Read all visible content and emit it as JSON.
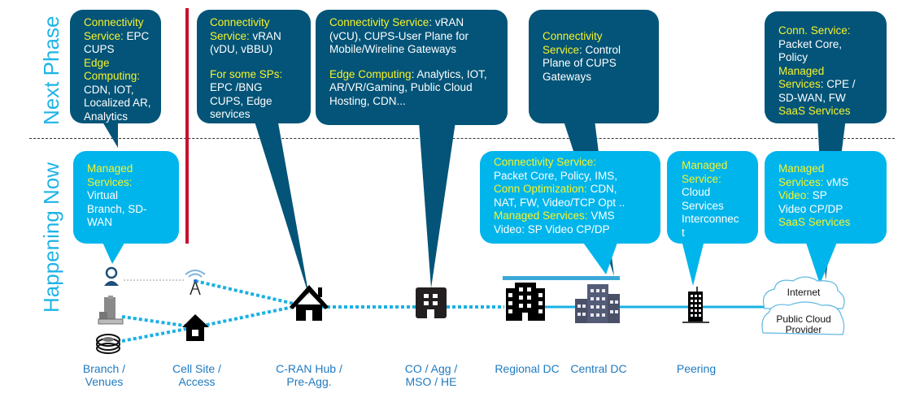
{
  "phases": {
    "next": "Next Phase",
    "now": "Happening Now"
  },
  "colors": {
    "dark_bubble": "#035478",
    "light_bubble": "#00b5ec",
    "highlight_text": "#f7f32a",
    "phase_label": "#1eb4e6",
    "location_label": "#1f7ac0",
    "divider_red": "#c8102e",
    "link_line": "#1ab0e4"
  },
  "next_phase_bubbles": [
    {
      "lines": [
        [
          {
            "t": "Connectivity",
            "y": true
          }
        ],
        [
          {
            "t": "Service:",
            "y": true
          },
          {
            "t": " EPC",
            "y": false
          }
        ],
        [
          {
            "t": "CUPS",
            "y": false
          }
        ],
        [
          {
            "t": "Edge",
            "y": true
          }
        ],
        [
          {
            "t": "Computing:",
            "y": true
          }
        ],
        [
          {
            "t": "CDN, IOT,",
            "y": false
          }
        ],
        [
          {
            "t": "Localized AR,",
            "y": false
          }
        ],
        [
          {
            "t": "Analytics",
            "y": false
          }
        ]
      ]
    },
    {
      "lines": [
        [
          {
            "t": "Connectivity",
            "y": true
          }
        ],
        [
          {
            "t": "Service:",
            "y": true
          },
          {
            "t": " vRAN",
            "y": false
          }
        ],
        [
          {
            "t": "(vDU, vBBU)",
            "y": false
          }
        ],
        [],
        [
          {
            "t": "For some SPs:",
            "y": true
          }
        ],
        [
          {
            "t": "EPC /BNG",
            "y": false
          }
        ],
        [
          {
            "t": "CUPS, Edge",
            "y": false
          }
        ],
        [
          {
            "t": "services",
            "y": false
          }
        ]
      ]
    },
    {
      "lines": [
        [
          {
            "t": "Connectivity Service",
            "y": true
          },
          {
            "t": ": vRAN",
            "y": false
          }
        ],
        [
          {
            "t": "(vCU), CUPS-User Plane for",
            "y": false
          }
        ],
        [
          {
            "t": "Mobile/Wireline Gateways",
            "y": false
          }
        ],
        [],
        [
          {
            "t": "Edge Computing",
            "y": true
          },
          {
            "t": ": Analytics, IOT,",
            "y": false
          }
        ],
        [
          {
            "t": "AR/VR/Gaming, Public Cloud",
            "y": false
          }
        ],
        [
          {
            "t": "Hosting, CDN...",
            "y": false
          }
        ]
      ]
    },
    {
      "lines": [
        [
          {
            "t": "Connectivity",
            "y": true
          }
        ],
        [
          {
            "t": "Service",
            "y": true
          },
          {
            "t": ": Control",
            "y": false
          }
        ],
        [
          {
            "t": "Plane of CUPS",
            "y": false
          }
        ],
        [
          {
            "t": "Gateways",
            "y": false
          }
        ]
      ]
    },
    {
      "lines": [
        [
          {
            "t": "Conn. Service:",
            "y": true
          }
        ],
        [
          {
            "t": "Packet Core,",
            "y": false
          }
        ],
        [
          {
            "t": "Policy",
            "y": false
          }
        ],
        [
          {
            "t": "Managed",
            "y": true
          }
        ],
        [
          {
            "t": "Services",
            "y": true
          },
          {
            "t": ": CPE /",
            "y": false
          }
        ],
        [
          {
            "t": "SD-WAN, FW",
            "y": false
          }
        ],
        [
          {
            "t": "SaaS Services",
            "y": true
          }
        ]
      ]
    }
  ],
  "now_bubbles": [
    {
      "lines": [
        [
          {
            "t": "Managed",
            "y": true
          }
        ],
        [
          {
            "t": "Services:",
            "y": true
          }
        ],
        [
          {
            "t": "Virtual",
            "y": false
          }
        ],
        [
          {
            "t": "Branch, SD-",
            "y": false
          }
        ],
        [
          {
            "t": "WAN",
            "y": false
          }
        ]
      ]
    },
    {
      "lines": [
        [
          {
            "t": "Connectivity Service:",
            "y": true
          }
        ],
        [
          {
            "t": "Packet Core, Policy, IMS,",
            "y": false
          }
        ],
        [
          {
            "t": "Conn Optimization:",
            "y": true
          },
          {
            "t": " CDN,",
            "y": false
          }
        ],
        [
          {
            "t": "NAT, FW, Video/TCP Opt ..",
            "y": false
          }
        ],
        [
          {
            "t": "Managed Services:",
            "y": true
          },
          {
            "t": " VMS",
            "y": false
          }
        ],
        [
          {
            "t": "Video: SP Video CP/DP",
            "y": false
          }
        ]
      ]
    },
    {
      "lines": [
        [
          {
            "t": "Managed",
            "y": true
          }
        ],
        [
          {
            "t": "Service:",
            "y": true
          }
        ],
        [
          {
            "t": "Cloud",
            "y": false
          }
        ],
        [
          {
            "t": "Services",
            "y": false
          }
        ],
        [
          {
            "t": "Interconnec",
            "y": false
          }
        ],
        [
          {
            "t": "t",
            "y": false
          }
        ]
      ]
    },
    {
      "lines": [
        [
          {
            "t": "Managed",
            "y": true
          }
        ],
        [
          {
            "t": "Services:",
            "y": true
          },
          {
            "t": " vMS",
            "y": false
          }
        ],
        [
          {
            "t": "Video:",
            "y": true
          },
          {
            "t": " SP",
            "y": false
          }
        ],
        [
          {
            "t": "Video CP/DP",
            "y": false
          }
        ],
        [
          {
            "t": "SaaS Services",
            "y": true
          }
        ]
      ]
    }
  ],
  "locations": [
    {
      "label1": "Branch /",
      "label2": "Venues"
    },
    {
      "label1": "Cell Site /",
      "label2": "Access"
    },
    {
      "label1": "C-RAN Hub /",
      "label2": "Pre-Agg."
    },
    {
      "label1": "CO / Agg /",
      "label2": "MSO / HE"
    },
    {
      "label1": "Regional DC",
      "label2": ""
    },
    {
      "label1": "Central DC",
      "label2": ""
    },
    {
      "label1": "Peering",
      "label2": ""
    }
  ],
  "clouds": {
    "internet": "Internet",
    "public_cloud_1": "Public Cloud",
    "public_cloud_2": "Provider"
  }
}
